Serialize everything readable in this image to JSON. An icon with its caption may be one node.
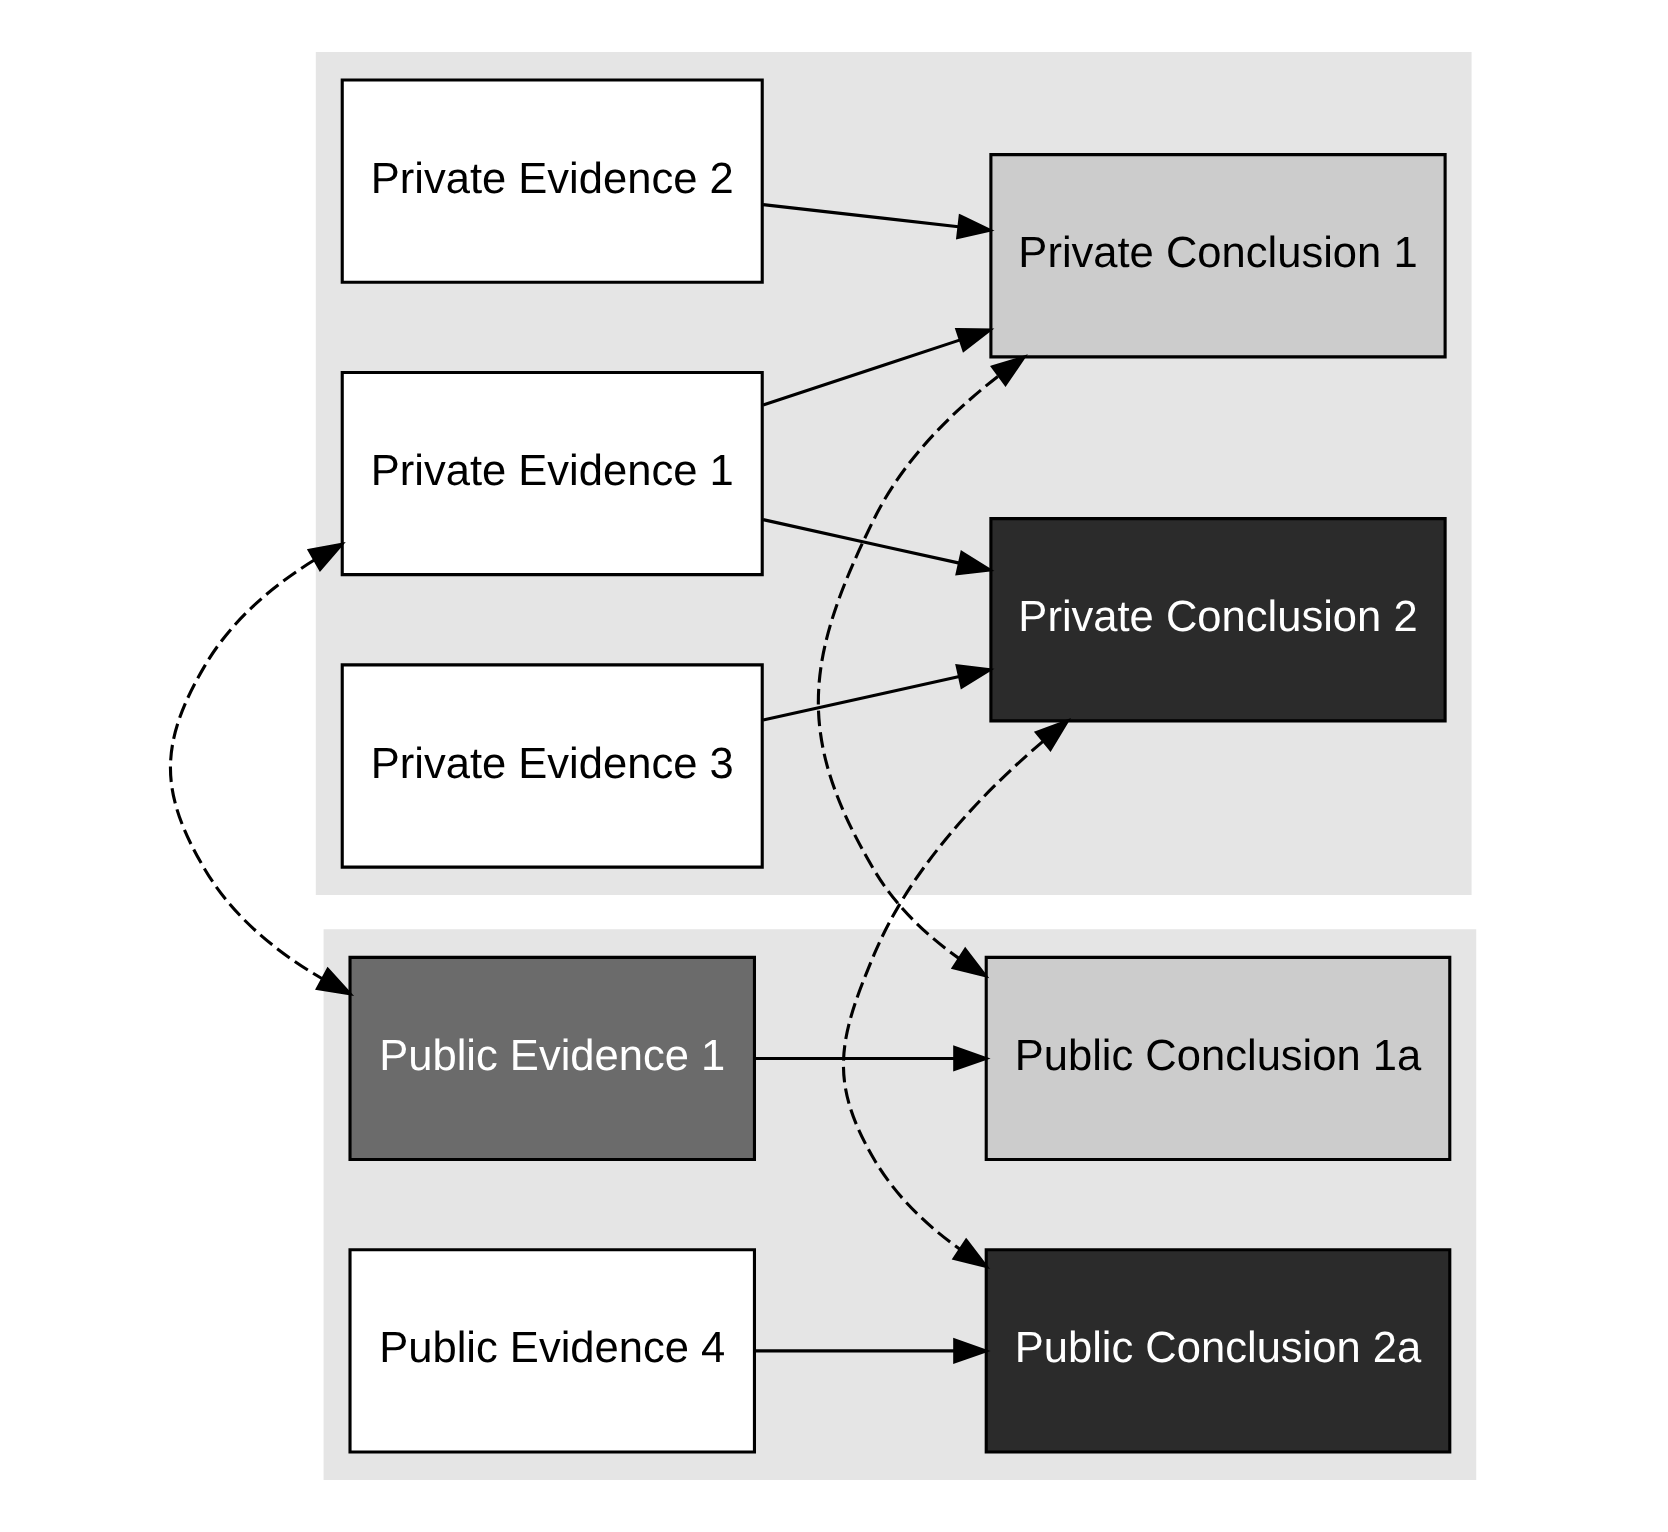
{
  "diagram": {
    "nodes": [
      {
        "text": [],
        "shape": "box"
      },
      {
        "text": [
          "Private Evidence 1"
        ],
        "in": 0
      },
      {
        "text": [
          "Private Evidence 2"
        ],
        "in": 0
      },
      {
        "text": [
          "Private Evidence 3"
        ],
        "in": 0
      },
      {
        "text": [
          "Private Conclusion 1"
        ],
        "in": 0
      },
      {
        "text": [
          "Private Conclusion 2"
        ],
        "in": 0
      },
      {
        "text": [],
        "shape": "box"
      },
      {
        "text": [
          "Public Conclusion 1a"
        ],
        "in": 6
      },
      {
        "text": [
          "Public Evidence 1"
        ],
        "in": 6
      },
      {
        "text": [
          "Public Evidence 4"
        ],
        "in": 6
      },
      {
        "text": [
          "Public Conclusion 2a"
        ],
        "in": 6
      }
    ],
    "edges": [
      {
        "from": 1,
        "to": 4,
        "arrow": "to"
      },
      {
        "from": 1,
        "to": 5,
        "arrow": "to"
      },
      {
        "from": 2,
        "to": 4,
        "arrow": "to"
      },
      {
        "from": 3,
        "to": 5,
        "arrow": "to"
      },
      {
        "from": 8,
        "to": 7,
        "arrow": "to"
      },
      {
        "from": 9,
        "to": 10,
        "arrow": "to"
      },
      {
        "from": 1,
        "to": 8,
        "arrow": "both",
        "style": "dashed"
      },
      {
        "from": 4,
        "to": 7,
        "arrow": "both",
        "style": "dashed"
      },
      {
        "from": 5,
        "to": 10,
        "arrow": "both",
        "style": "dashed"
      }
    ]
  }
}
